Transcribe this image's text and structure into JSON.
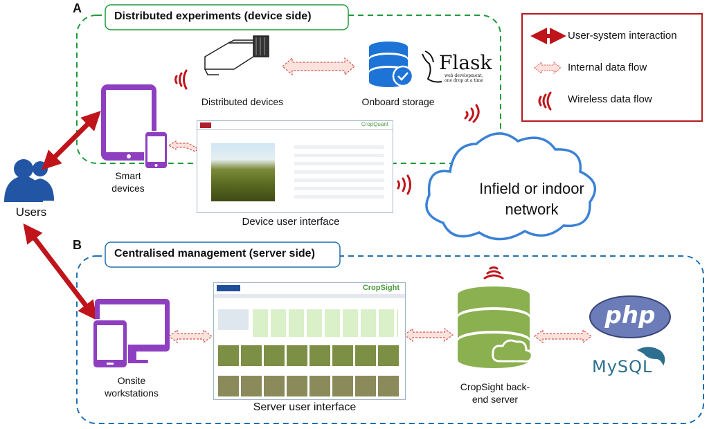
{
  "sections": {
    "a": {
      "letter": "A",
      "title": "Distributed experiments (device side)"
    },
    "b": {
      "letter": "B",
      "title": "Centralised management (server side)"
    }
  },
  "legend": {
    "user_system": "User-system interaction",
    "internal": "Internal data flow",
    "wireless": "Wireless data flow"
  },
  "labels": {
    "distributed_devices": "Distributed devices",
    "onboard_storage": "Onboard storage",
    "smart_devices_1": "Smart",
    "smart_devices_2": "devices",
    "users": "Users",
    "device_ui": "Device user interface",
    "cloud_1": "Infield or indoor",
    "cloud_2": "network",
    "onsite_1": "Onsite",
    "onsite_2": "workstations",
    "server_ui": "Server user interface",
    "backend_1": "CropSight back-",
    "backend_2": "end server"
  },
  "logos": {
    "flask": "Flask",
    "flask_tag_1": "web development,",
    "flask_tag_2": "one drop at a time",
    "php": "php",
    "mysql": "MySQL",
    "cropquant": "CropQuant",
    "cropsight": "CropSight"
  },
  "colors": {
    "green_dash": "#1e9a3a",
    "blue_dash": "#1f6fb0",
    "dark_red": "#c0141b",
    "purple": "#8e3fc0",
    "user_blue": "#2255a3",
    "server_green": "#8bb04f",
    "storage_blue": "#1d73d6",
    "cloud_blue": "#3b82d6"
  }
}
